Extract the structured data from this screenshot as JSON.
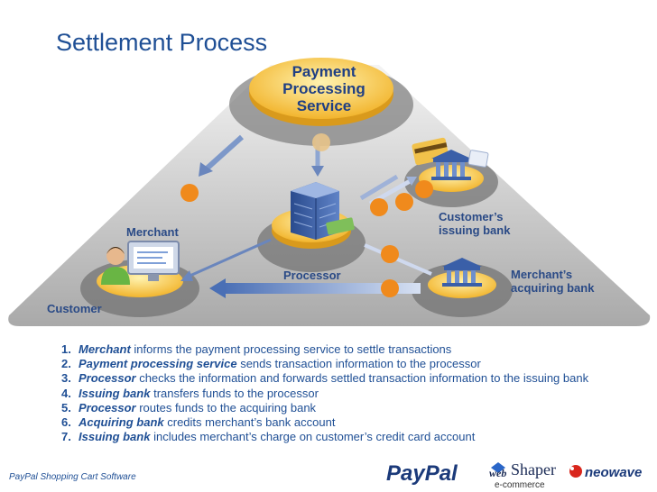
{
  "title": "Settlement Process",
  "nodes": {
    "payment_processing_service": "Payment Processing Service",
    "processor": "Processor",
    "merchant": "Merchant",
    "customer": "Customer",
    "customers_issuing_bank": "Customer’s issuing bank",
    "merchants_acquiring_bank": "Merchant’s acquiring bank"
  },
  "steps": [
    {
      "num": "1.",
      "actor": "Merchant",
      "text": " informs the payment processing service to settle transactions"
    },
    {
      "num": "2.",
      "actor": "Payment processing service",
      "text": " sends transaction information to the processor"
    },
    {
      "num": "3.",
      "actor": "Processor",
      "text": " checks the information and forwards settled transaction information to the issuing bank"
    },
    {
      "num": "4.",
      "actor": "Issuing bank",
      "text": " transfers funds to the processor"
    },
    {
      "num": "5.",
      "actor": "Processor",
      "text": " routes funds to the acquiring bank"
    },
    {
      "num": "6.",
      "actor": "Acquiring bank",
      "text": " credits merchant’s bank account"
    },
    {
      "num": "7.",
      "actor": "Issuing bank",
      "text": " includes merchant’s charge on customer’s credit card account"
    }
  ],
  "footer": "PayPal Shopping Cart Software",
  "logos": {
    "paypal": "PayPal",
    "webshaper_web": "web",
    "webshaper_shaper": "Shaper",
    "webshaper_sub": "e-commerce",
    "neowave": "neowave"
  },
  "colors": {
    "title": "#1f4f95",
    "label": "#2a4a86",
    "disc_gold": "#f5c24a",
    "step_badge": "#f08a1c",
    "platform": "#8c8c8c"
  }
}
